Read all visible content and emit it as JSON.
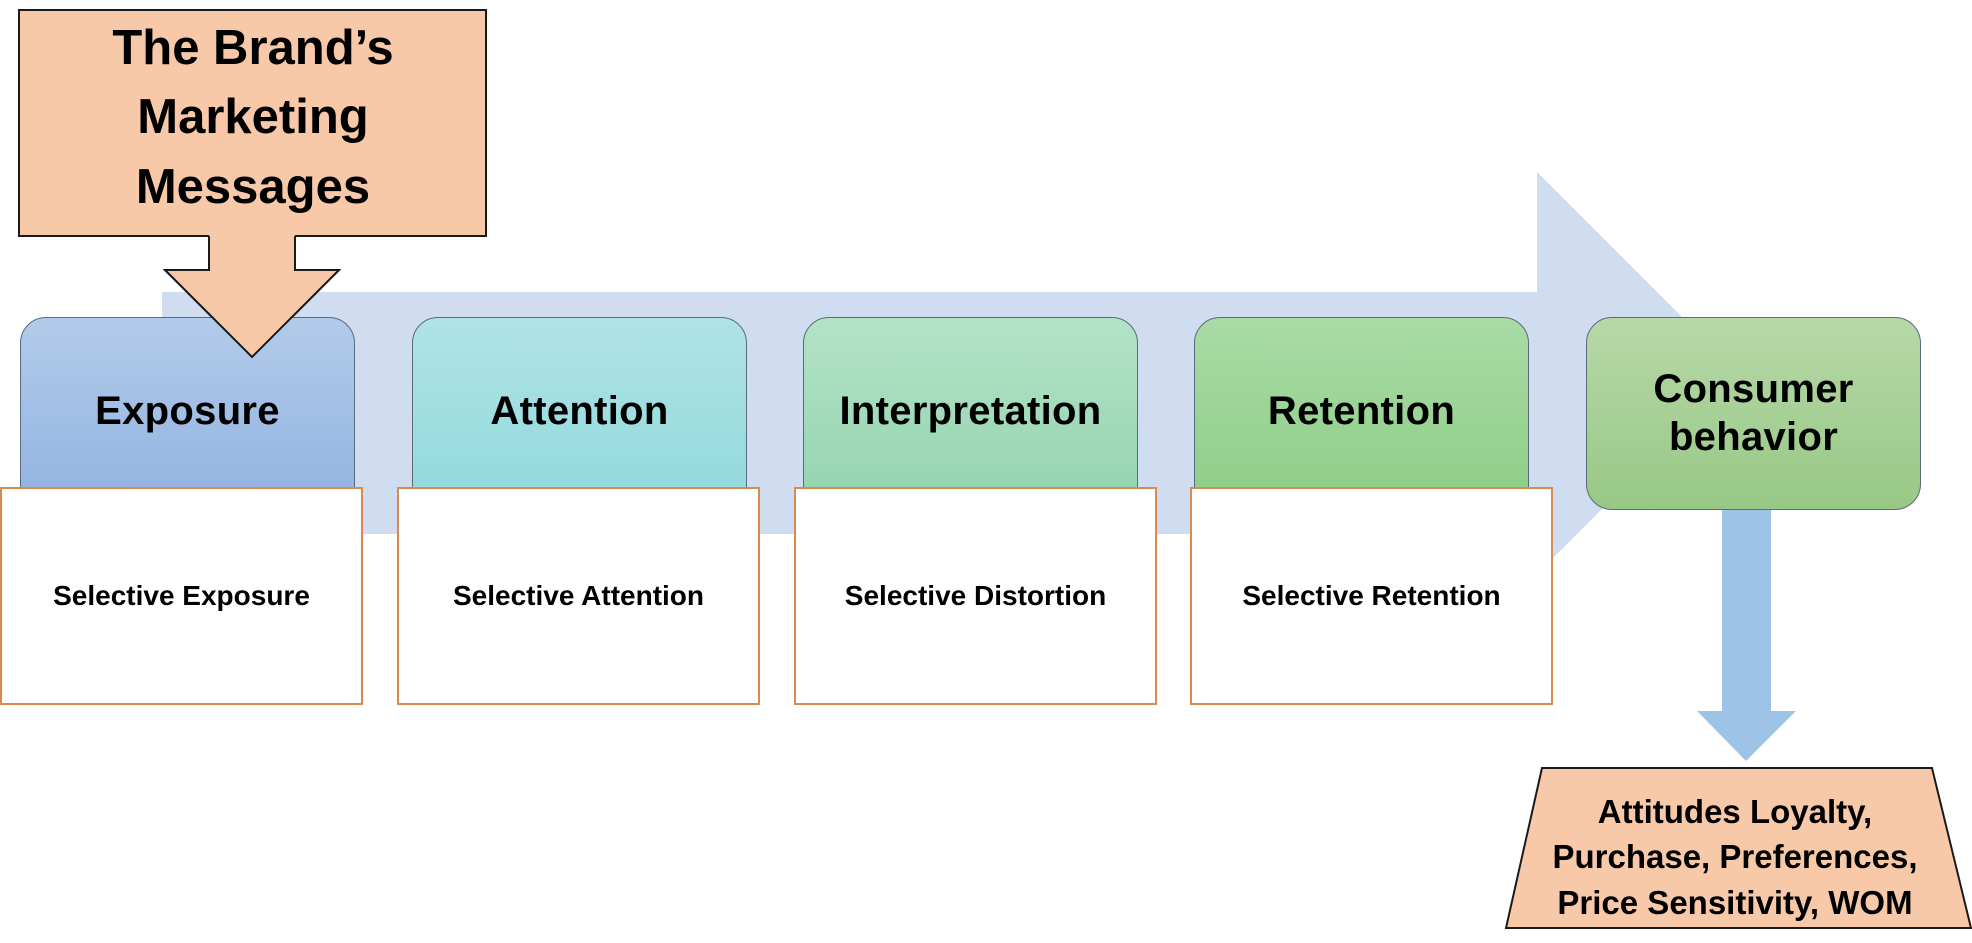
{
  "colors": {
    "flow_arrow": "#d0dcef",
    "peach": "#f8c9a8",
    "down_arrow": "#9dc3e6",
    "selective_border": "#d98a4e"
  },
  "source": {
    "text": "The Brand’s Marketing Messages",
    "lines": [
      "The Brand’s",
      "Marketing",
      "Messages"
    ]
  },
  "stages": [
    {
      "label": "Exposure"
    },
    {
      "label": "Attention"
    },
    {
      "label": "Interpretation"
    },
    {
      "label": "Retention"
    }
  ],
  "final_stage": {
    "lines": [
      "Consumer",
      "behavior"
    ]
  },
  "selective": [
    {
      "label": "Selective Exposure"
    },
    {
      "label": "Selective Attention"
    },
    {
      "label": "Selective Distortion"
    },
    {
      "label": "Selective Retention"
    }
  ],
  "outcomes": {
    "lines": [
      "Attitudes Loyalty,",
      "Purchase, Preferences,",
      "Price Sensitivity, WOM"
    ]
  }
}
